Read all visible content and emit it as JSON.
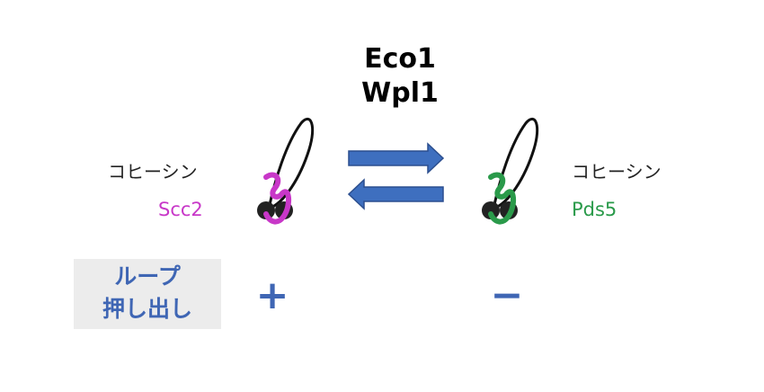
{
  "factors": [
    "Eco1",
    "Wpl1"
  ],
  "left": {
    "cohesin_label": "コヒーシン",
    "partner": "Scc2",
    "partner_color": "#c837c8",
    "sign": "+"
  },
  "right": {
    "cohesin_label": "コヒーシン",
    "partner": "Pds5",
    "partner_color": "#2a9a4a",
    "sign": "−"
  },
  "loop_extrusion": {
    "line1": "ループ",
    "line2": "押し出し"
  },
  "colors": {
    "arrow": "#3e6fbf",
    "sign": "#3f66b4",
    "loop_text": "#3f66b4"
  }
}
